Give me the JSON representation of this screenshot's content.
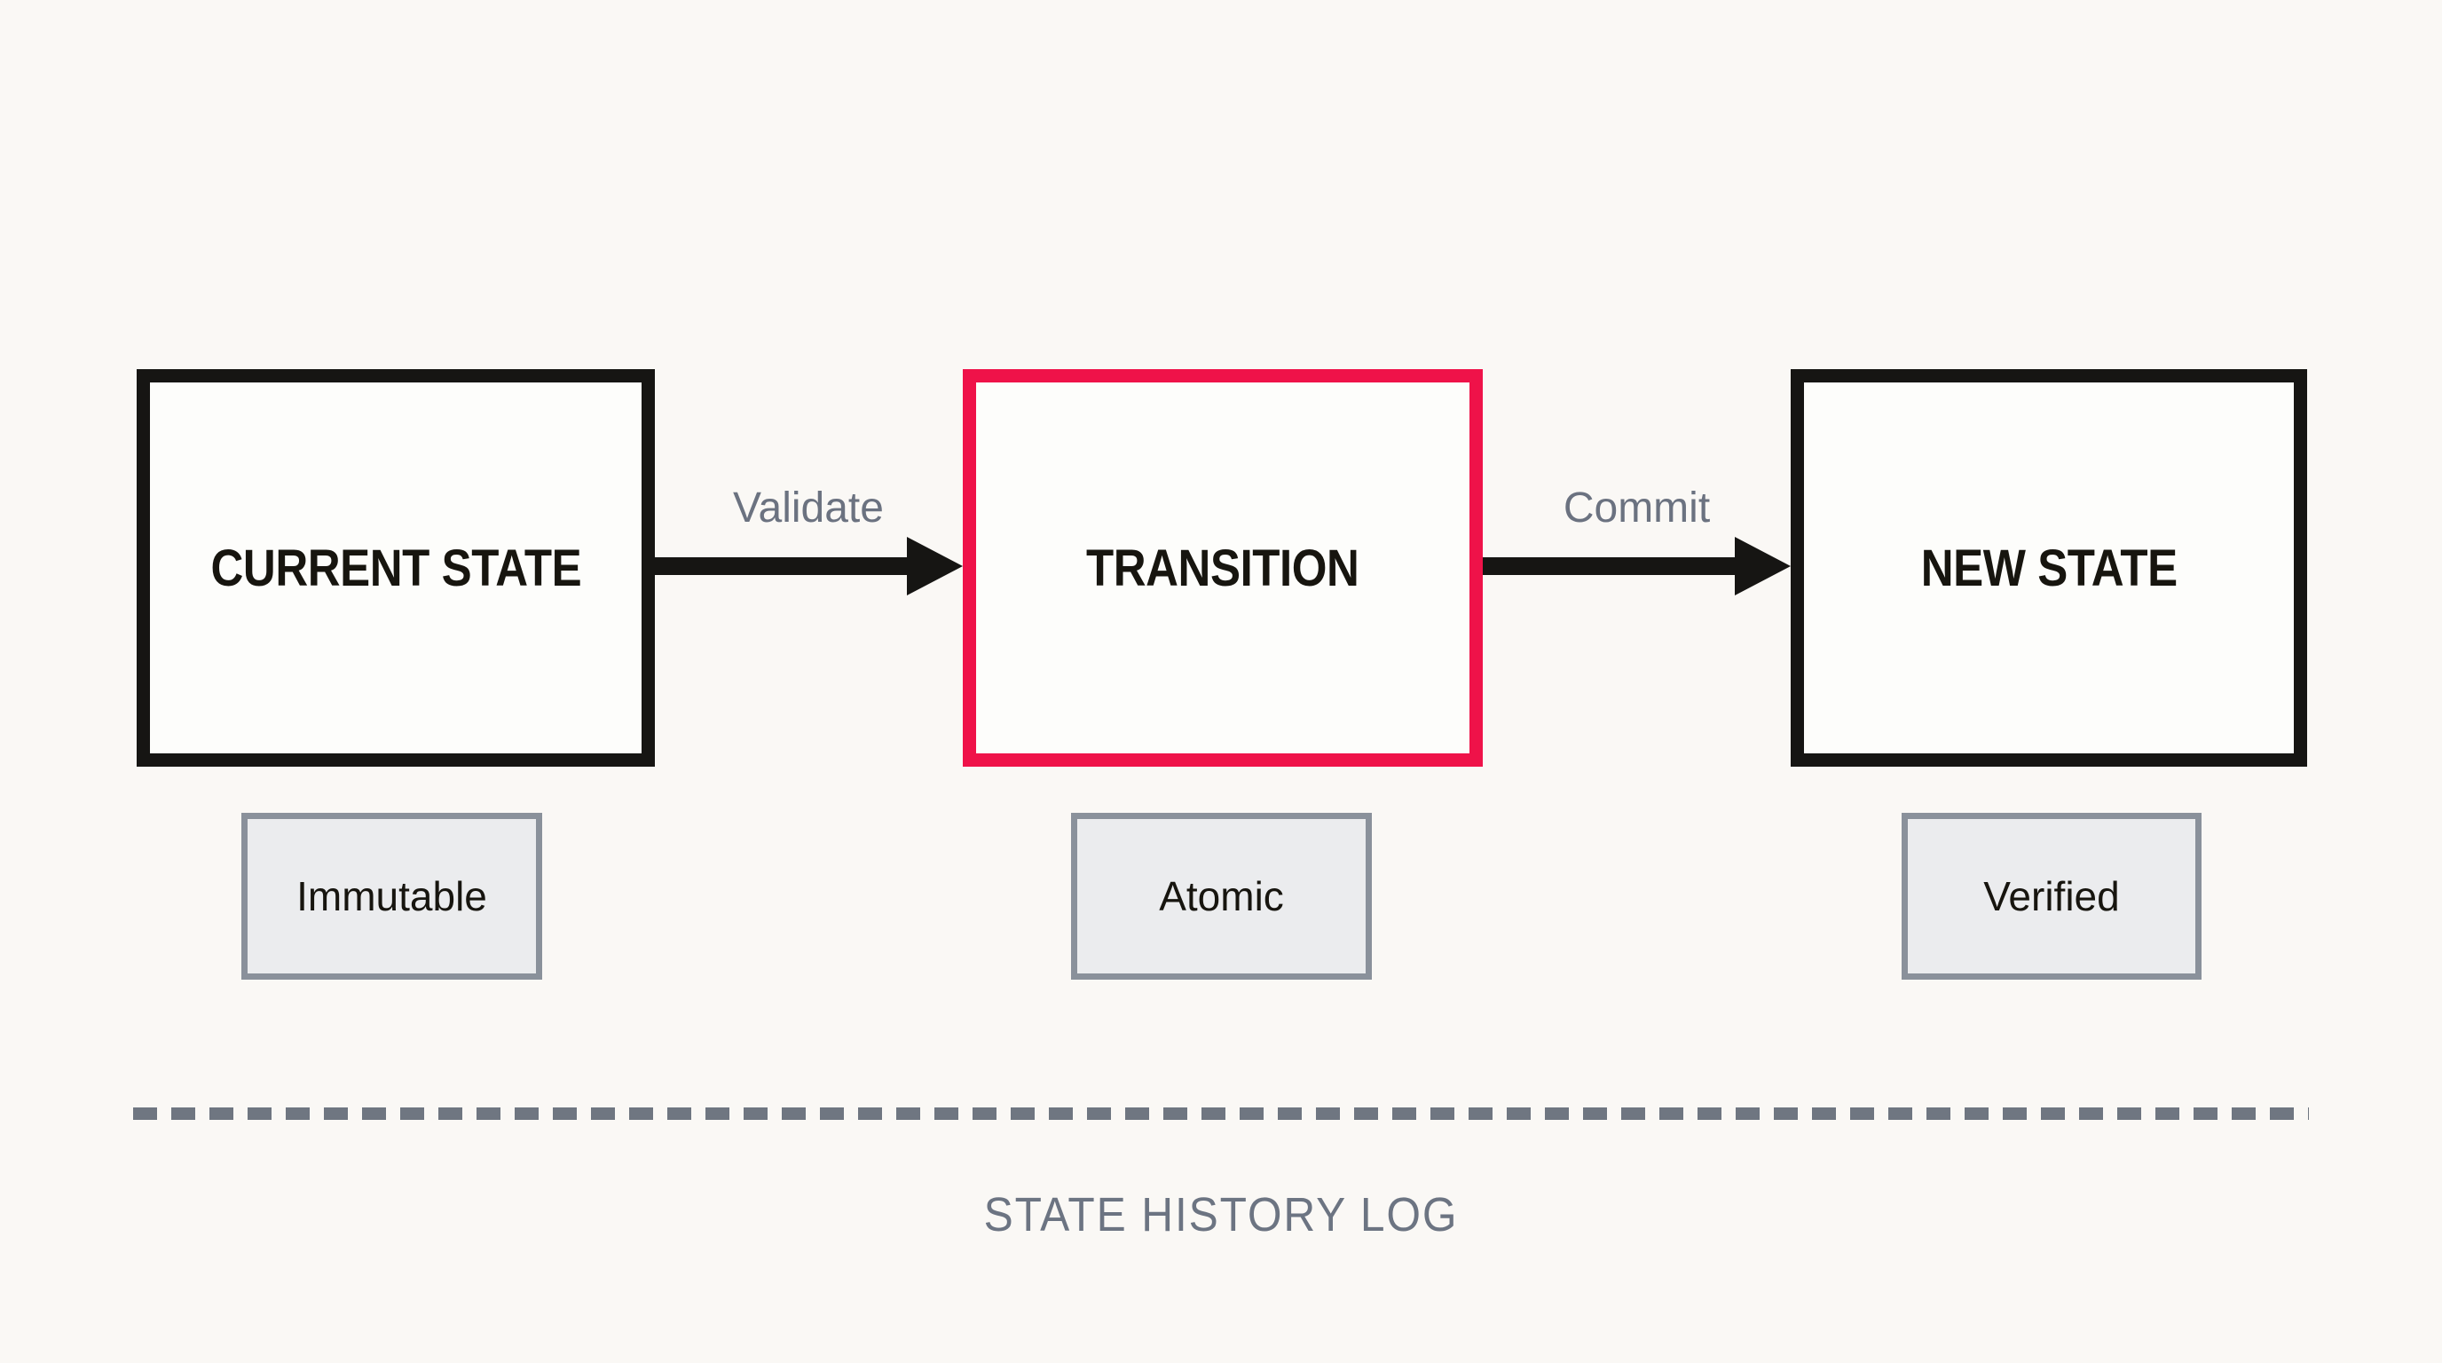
{
  "page": {
    "background_color": "#FAF8F5"
  },
  "diagram": {
    "nodes": [
      {
        "id": "current-state",
        "label": "CURRENT STATE",
        "border_color": "#161513",
        "badge": "Immutable"
      },
      {
        "id": "transition",
        "label": "TRANSITION",
        "border_color": "#EF1249",
        "badge": "Atomic"
      },
      {
        "id": "new-state",
        "label": "NEW STATE",
        "border_color": "#161513",
        "badge": "Verified"
      }
    ],
    "edges": [
      {
        "label": "Validate",
        "direction": "right"
      },
      {
        "label": "Commit",
        "direction": "right"
      }
    ],
    "footer": {
      "label": "STATE HISTORY LOG"
    },
    "colors": {
      "node_border_default": "#161513",
      "node_border_highlight": "#EF1249",
      "node_fill": "#FDFDFB",
      "arrow": "#161513",
      "edge_label_text": "#6B7280",
      "badge_fill": "#EBECEE",
      "badge_border": "#8A919B",
      "divider_dash": "#6F7681",
      "footer_text": "#6C7482"
    }
  }
}
